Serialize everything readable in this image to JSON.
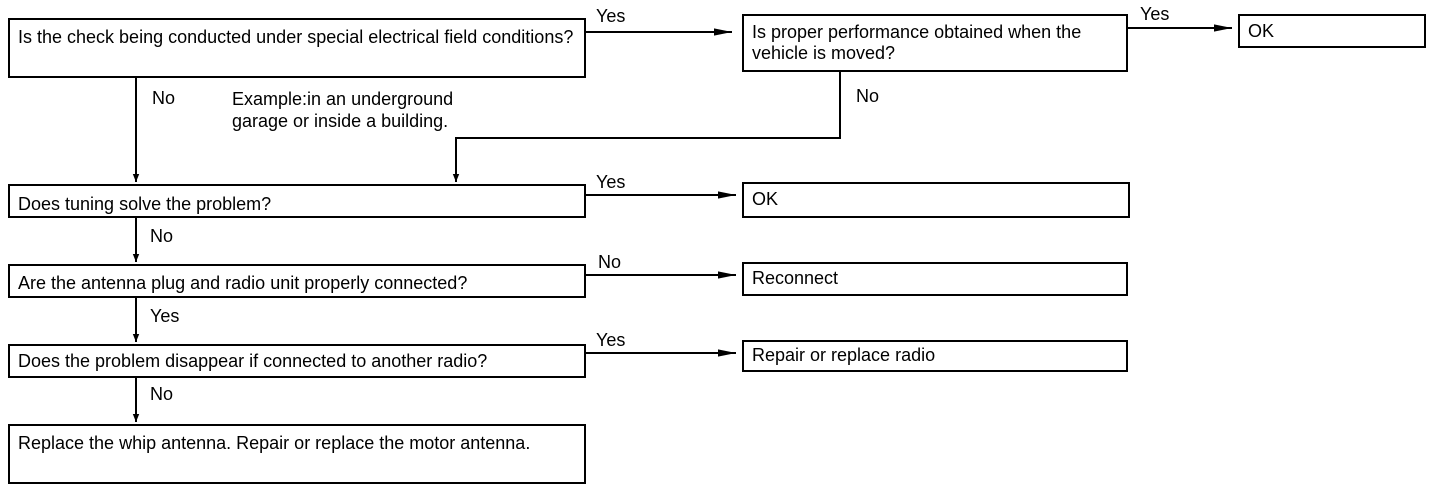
{
  "nodes": {
    "q_field": "Is the check being conducted under special electrical field conditions?",
    "q_moved": "Is proper performance obtained when the vehicle is moved?",
    "ok_1": "OK",
    "q_tuning": "Does tuning solve the problem?",
    "ok_2": "OK",
    "q_connected": "Are the antenna plug and radio unit properly connected?",
    "reconnect": "Reconnect",
    "q_other_radio": "Does the problem disappear if connected to another radio?",
    "repair_radio": "Repair or replace radio",
    "replace_antenna": "Replace the whip antenna. Repair or replace the motor antenna."
  },
  "note": "Example:in an underground garage or inside a building.",
  "labels": {
    "field_yes": "Yes",
    "field_no": "No",
    "moved_yes": "Yes",
    "moved_no": "No",
    "tuning_yes": "Yes",
    "tuning_no": "No",
    "connected_no": "No",
    "connected_yes": "Yes",
    "other_yes": "Yes",
    "other_no": "No"
  }
}
